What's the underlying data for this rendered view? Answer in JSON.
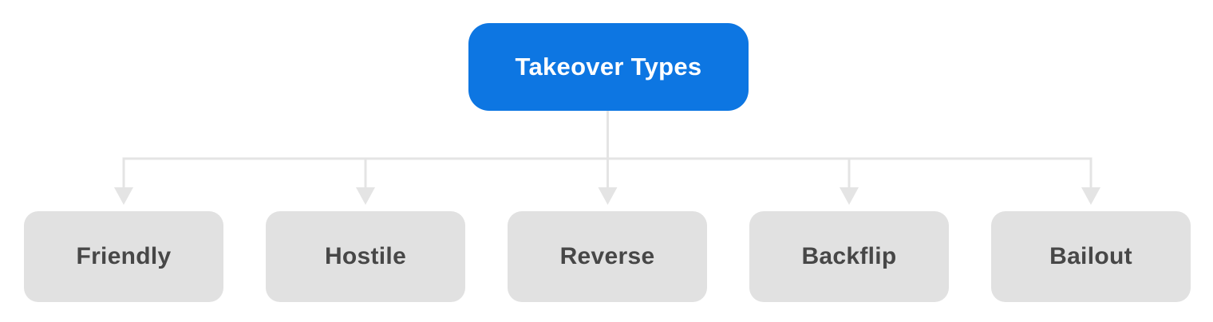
{
  "diagram": {
    "title": "Takeover Types",
    "root": {
      "label": "Takeover Types"
    },
    "children": [
      {
        "label": "Friendly"
      },
      {
        "label": "Hostile"
      },
      {
        "label": "Reverse"
      },
      {
        "label": "Backflip"
      },
      {
        "label": "Bailout"
      }
    ]
  },
  "theme": {
    "background": "#ffffff",
    "root_bg": "#0d76e2",
    "root_text": "#ffffff",
    "child_bg": "#e1e1e1",
    "child_text": "#474747",
    "connector": "#e4e4e4"
  }
}
